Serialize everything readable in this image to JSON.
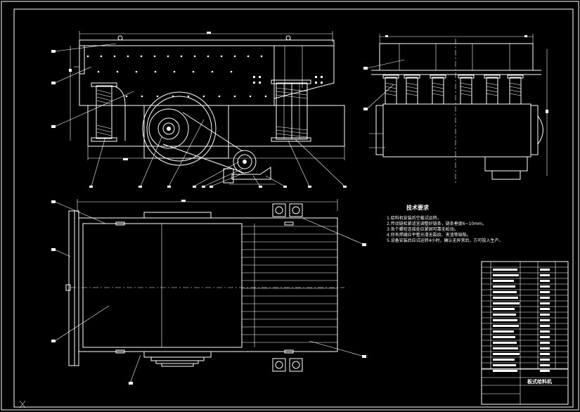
{
  "colors": {
    "background": "#000000",
    "lines": "#ffffff"
  },
  "technical_requirements": {
    "title": "技术要求",
    "items": [
      "1.给料机安装后空载试运转。",
      "2.传动链松紧适宜调整好链条，链条垂度6~10mm。",
      "3.各个螺栓连接处应紧固可靠无松动。",
      "4.所有焊缝应平整光滑无裂纹、夹渣等缺陷。",
      "5.设备安装后应试运转4小时，确认无异常后，方可投入生产。"
    ]
  },
  "title_block": {
    "drawing_name": "板式给料机"
  }
}
